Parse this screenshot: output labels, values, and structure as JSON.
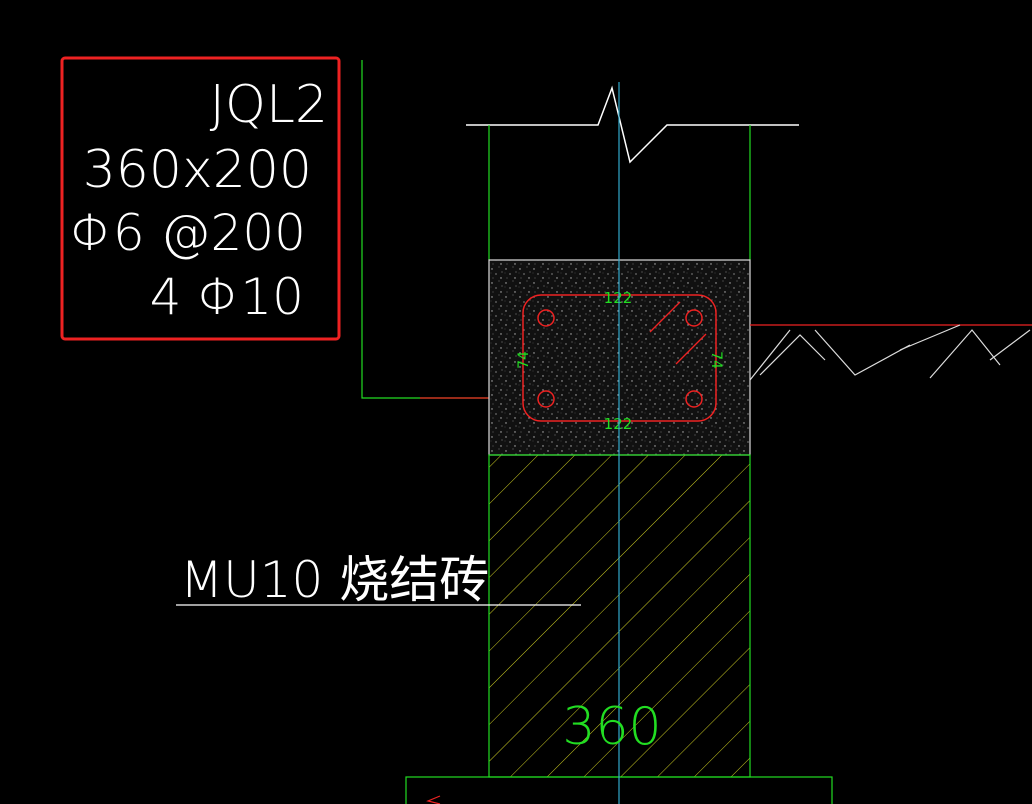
{
  "beam_label": {
    "name": "JQL2",
    "size": "360x200",
    "stirrup": "Φ6 @200",
    "main_bars": "4 Φ10"
  },
  "dimensions": {
    "stirrup_width_top": "122",
    "stirrup_width_bottom": "122",
    "stirrup_height_left": "74",
    "stirrup_height_right": "74",
    "wall_width": "360"
  },
  "material_label": "MU10 烧结砖",
  "colors": {
    "background": "#000000",
    "wall_lines": "#22dd22",
    "axis": "#33aacc",
    "rebar": "#ee2222",
    "dim_text": "#22dd22",
    "label_text": "#ffffff",
    "hatch": "#cccc22",
    "highlight_box": "#ee2222"
  }
}
